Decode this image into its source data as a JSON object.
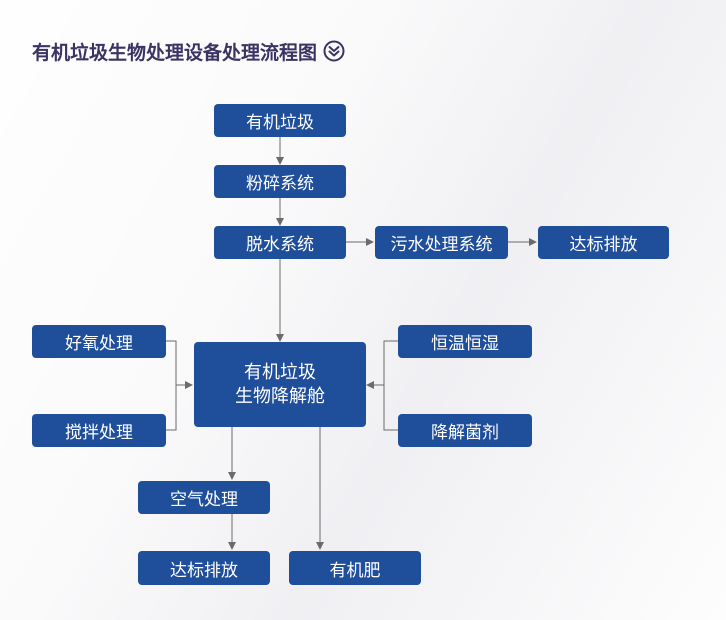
{
  "title": "有机垃圾生物处理设备处理流程图",
  "title_icon": "double-chevron-down-circle-icon",
  "colors": {
    "node_fill": "#1f4e9a",
    "node_text": "#ffffff",
    "title_text": "#3b3363",
    "line": "#6b6b6b"
  },
  "nodes": {
    "organic_waste": "有机垃圾",
    "crushing": "粉碎系统",
    "dewatering": "脱水系统",
    "sewage": "污水处理系统",
    "discharge_top": "达标排放",
    "aerobic": "好氧处理",
    "stirring": "搅拌处理",
    "main_line1": "有机垃圾",
    "main_line2": "生物降解舱",
    "constant_temp": "恒温恒湿",
    "degrading_bacteria": "降解菌剂",
    "air": "空气处理",
    "discharge_bottom": "达标排放",
    "fertilizer": "有机肥"
  }
}
